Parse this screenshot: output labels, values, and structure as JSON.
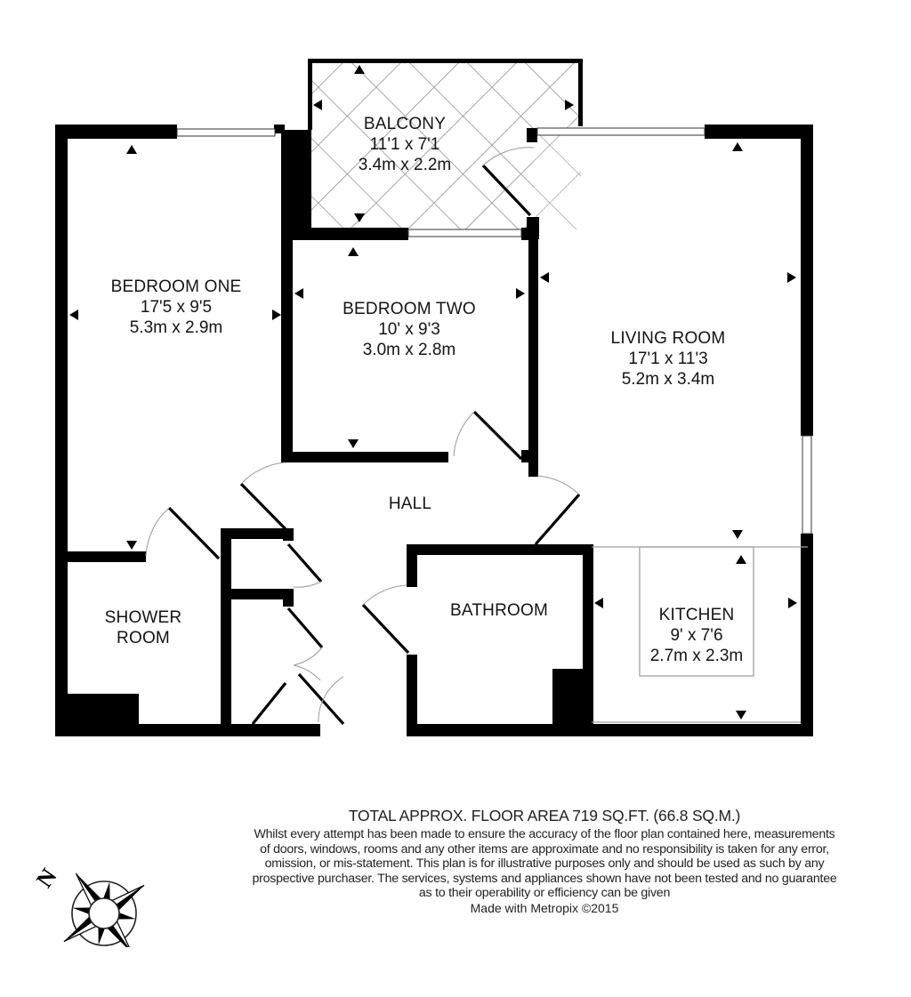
{
  "rooms": {
    "balcony": {
      "name": "BALCONY",
      "imperial": "11'1 x 7'1",
      "metric": "3.4m x 2.2m"
    },
    "bedroom_one": {
      "name": "BEDROOM ONE",
      "imperial": "17'5 x 9'5",
      "metric": "5.3m x 2.9m"
    },
    "bedroom_two": {
      "name": "BEDROOM TWO",
      "imperial": "10' x 9'3",
      "metric": "3.0m x 2.8m"
    },
    "living_room": {
      "name": "LIVING ROOM",
      "imperial": "17'1 x 11'3",
      "metric": "5.2m x 3.4m"
    },
    "hall": {
      "name": "HALL"
    },
    "shower_room": {
      "name_line1": "SHOWER",
      "name_line2": "ROOM"
    },
    "bathroom": {
      "name": "BATHROOM"
    },
    "kitchen": {
      "name": "KITCHEN",
      "imperial": "9' x 7'6",
      "metric": "2.7m x 2.3m"
    }
  },
  "footer": {
    "total_area": "TOTAL APPROX. FLOOR AREA 719 SQ.FT. (66.8 SQ.M.)",
    "disclaimer_lines": [
      "Whilst every attempt has been made to ensure the accuracy of the floor plan contained here, measurements",
      "of doors, windows, rooms and any other items are approximate and no responsibility is taken for any error,",
      "omission, or mis-statement. This plan is for illustrative purposes only and should be used as such by any",
      "prospective purchaser. The services, systems and appliances shown have not been tested and no guarantee",
      "as to their operability or efficiency can be given"
    ],
    "credit": "Made with Metropix ©2015"
  },
  "compass": {
    "north_label": "N",
    "icon": "compass-rose-icon"
  },
  "colors": {
    "wall": "#000000",
    "hatch": "#9a9a9a",
    "window": "#ffffff",
    "door_arc": "#9a9a9a",
    "background": "#ffffff"
  }
}
